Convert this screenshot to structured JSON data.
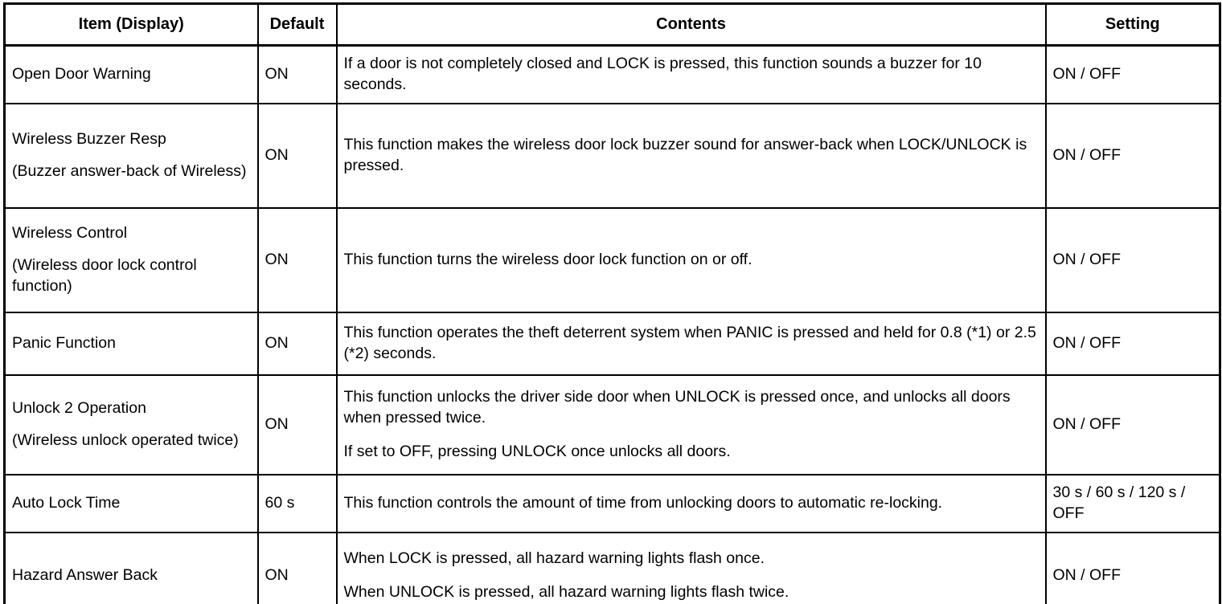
{
  "table": {
    "headers": {
      "item": "Item (Display)",
      "default": "Default",
      "contents": "Contents",
      "setting": "Setting"
    },
    "rows": [
      {
        "item_main": "Open Door Warning",
        "item_sub": "",
        "default": "ON",
        "contents_1": "If a door is not completely closed and LOCK is pressed, this function sounds a buzzer for 10 seconds.",
        "contents_2": "",
        "setting": "ON / OFF"
      },
      {
        "item_main": "Wireless Buzzer Resp",
        "item_sub": "(Buzzer answer-back of Wireless)",
        "default": "ON",
        "contents_1": "This function makes the wireless door lock buzzer sound for answer-back when LOCK/UNLOCK is pressed.",
        "contents_2": "",
        "setting": "ON / OFF"
      },
      {
        "item_main": "Wireless Control",
        "item_sub": "(Wireless door lock control function)",
        "default": "ON",
        "contents_1": "This function turns the wireless door lock function on or off.",
        "contents_2": "",
        "setting": "ON / OFF"
      },
      {
        "item_main": "Panic Function",
        "item_sub": "",
        "default": "ON",
        "contents_1": "This function operates the theft deterrent system when PANIC is pressed and held for 0.8 (*1) or 2.5 (*2) seconds.",
        "contents_2": "",
        "setting": "ON / OFF"
      },
      {
        "item_main": "Unlock 2 Operation",
        "item_sub": "(Wireless unlock operated twice)",
        "default": "ON",
        "contents_1": "This function unlocks the driver side door when UNLOCK is pressed once, and unlocks all doors when pressed twice.",
        "contents_2": "If set to OFF, pressing UNLOCK once unlocks all doors.",
        "setting": "ON / OFF"
      },
      {
        "item_main": "Auto Lock Time",
        "item_sub": "",
        "default": "60 s",
        "contents_1": "This function controls the amount of time from unlocking doors to automatic re-locking.",
        "contents_2": "",
        "setting": "30 s / 60 s / 120 s / OFF"
      },
      {
        "item_main": "Hazard Answer Back",
        "item_sub": "",
        "default": "ON",
        "contents_1": "When LOCK is pressed, all hazard warning lights flash once.",
        "contents_2": "When UNLOCK is pressed, all hazard warning lights flash twice.",
        "setting": "ON / OFF"
      }
    ]
  }
}
